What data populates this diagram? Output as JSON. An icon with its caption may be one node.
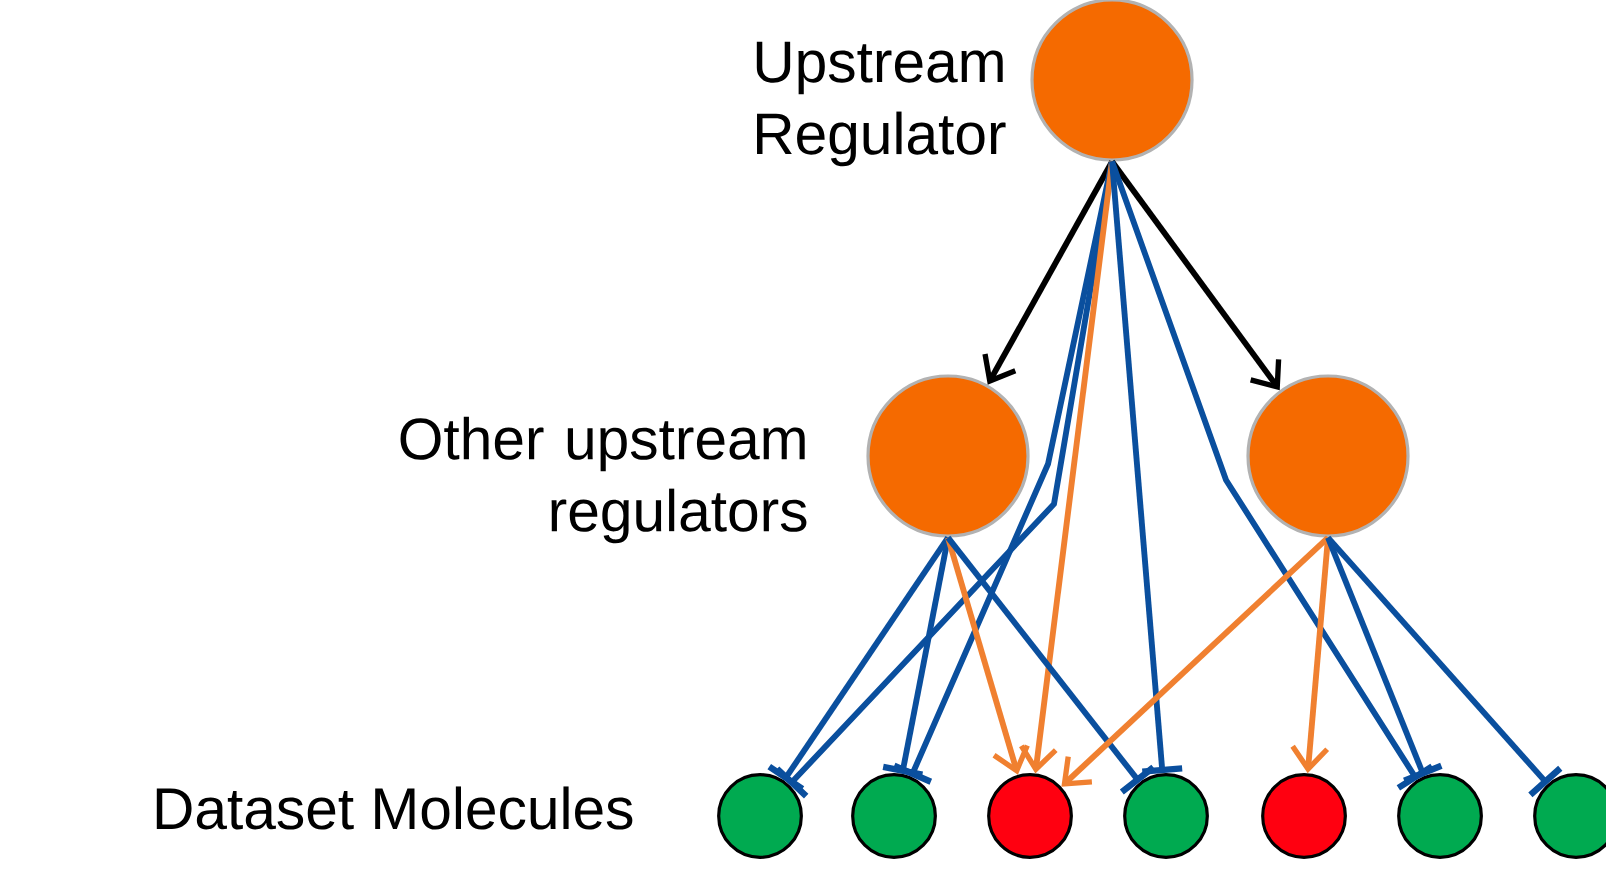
{
  "diagram": {
    "nodes": [
      {
        "text": [
          "Upstream Regulator"
        ]
      },
      {
        "text": [
          "Other upstream regulators"
        ]
      },
      {
        "text": [],
        "shape": "circle"
      },
      {
        "text": [],
        "shape": "circle"
      },
      {
        "text": [],
        "shape": "circle"
      },
      {
        "text": [],
        "shape": "circle"
      },
      {
        "text": [],
        "shape": "circle"
      },
      {
        "text": [],
        "shape": "circle"
      },
      {
        "text": [],
        "shape": "circle"
      },
      {
        "text": [],
        "shape": "circle"
      }
    ],
    "edges": [
      {
        "from": 0,
        "to": 1,
        "arrow": "to",
        "color": "#000000"
      },
      {
        "from": 0,
        "to": 2,
        "arrow": "to",
        "color": "#000000"
      },
      {
        "from": 0,
        "to": 3,
        "arrow": "other"
      },
      {
        "from": 0,
        "to": 4,
        "arrow": "other"
      },
      {
        "from": 0,
        "to": 5,
        "arrow": "to",
        "color": "#f08030"
      },
      {
        "from": 0,
        "to": 6,
        "arrow": "other"
      },
      {
        "from": 0,
        "to": 8,
        "arrow": "other"
      },
      {
        "from": 1,
        "to": 3,
        "arrow": "other"
      },
      {
        "from": 1,
        "to": 4,
        "arrow": "other"
      },
      {
        "from": 1,
        "to": 5,
        "arrow": "to",
        "color": "#f08030"
      },
      {
        "from": 1,
        "to": 6,
        "arrow": "other"
      },
      {
        "from": 2,
        "to": 5,
        "arrow": "to",
        "color": "#f08030"
      },
      {
        "from": 2,
        "to": 7,
        "arrow": "to",
        "color": "#f08030"
      },
      {
        "from": 2,
        "to": 8,
        "arrow": "other"
      },
      {
        "from": 2,
        "to": 9,
        "arrow": "other"
      }
    ],
    "labels": [
      "Dataset Molecules"
    ]
  }
}
